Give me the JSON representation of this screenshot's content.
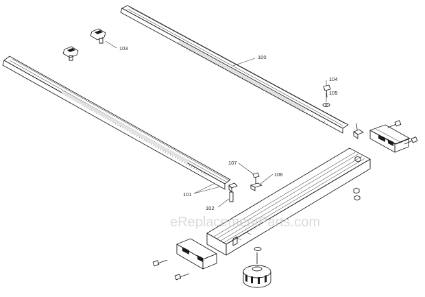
{
  "callouts": {
    "c100": "100",
    "c101": "101",
    "c102": "102",
    "c103": "103",
    "c104": "104",
    "c105": "105",
    "c106": "106",
    "c107": "107"
  },
  "watermark": "eReplacementParts.com",
  "colors": {
    "line": "#1a1a1a",
    "watermark": "#c8c8c8",
    "background": "#ffffff"
  }
}
